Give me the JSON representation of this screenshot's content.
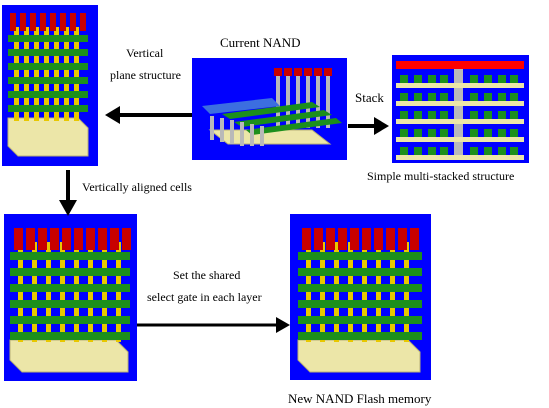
{
  "labels": {
    "current_nand": "Current NAND",
    "vertical_line1": "Vertical",
    "vertical_line2": "plane structure",
    "stack": "Stack",
    "vertically_aligned": "Vertically aligned cells",
    "simple_multi": "Simple multi-stacked structure",
    "shared_line1": "Set the shared",
    "shared_line2": "select gate in each layer",
    "new_nand": "New NAND Flash memory"
  },
  "colors": {
    "panel_background": "#0000ff",
    "gate_red": "#c80000",
    "wordline_green": "#1c8f1c",
    "pillar_yellow": "#e8c800",
    "base_beige": "#ece6a8",
    "bitline_gray": "#b9b9b9",
    "select_line_blue": "#3c6ee0",
    "arrow_black": "#000000"
  }
}
